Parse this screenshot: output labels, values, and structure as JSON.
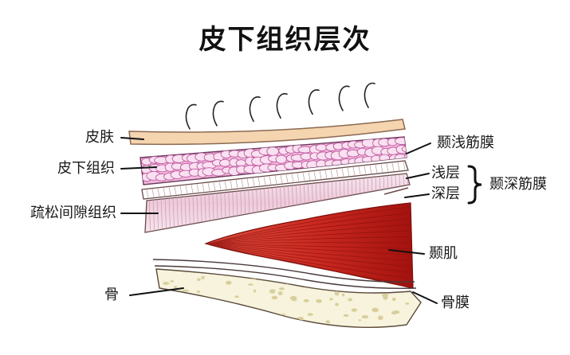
{
  "title": "皮下组织层次",
  "labels": {
    "skin": "皮肤",
    "subcutaneous": "皮下组织",
    "loose_areolar": "疏松间隙组织",
    "bone": "骨",
    "superficial_temporal_fascia": "颞浅筋膜",
    "superficial_layer": "浅层",
    "deep_layer": "深层",
    "deep_temporal_fascia": "颞深筋膜",
    "temporalis_muscle": "颞肌",
    "periosteum": "骨膜"
  },
  "colors": {
    "skin": "#f5d4b0",
    "subcutaneous_fill": "#f2b8dc",
    "fat_lobule": "#f9e1f1",
    "fat_outline": "#c05aa0",
    "loose_tissue": "#f3dde8",
    "fascia_line": "#7a4a4a",
    "muscle": "#c8281f",
    "muscle_dark": "#a3120f",
    "bone": "#f7f3dc",
    "bone_dots": "#d8cf9c",
    "hair": "#222222"
  },
  "icons": {
    "skin": "skin-layer-icon",
    "bracket": "curly-bracket-icon"
  }
}
